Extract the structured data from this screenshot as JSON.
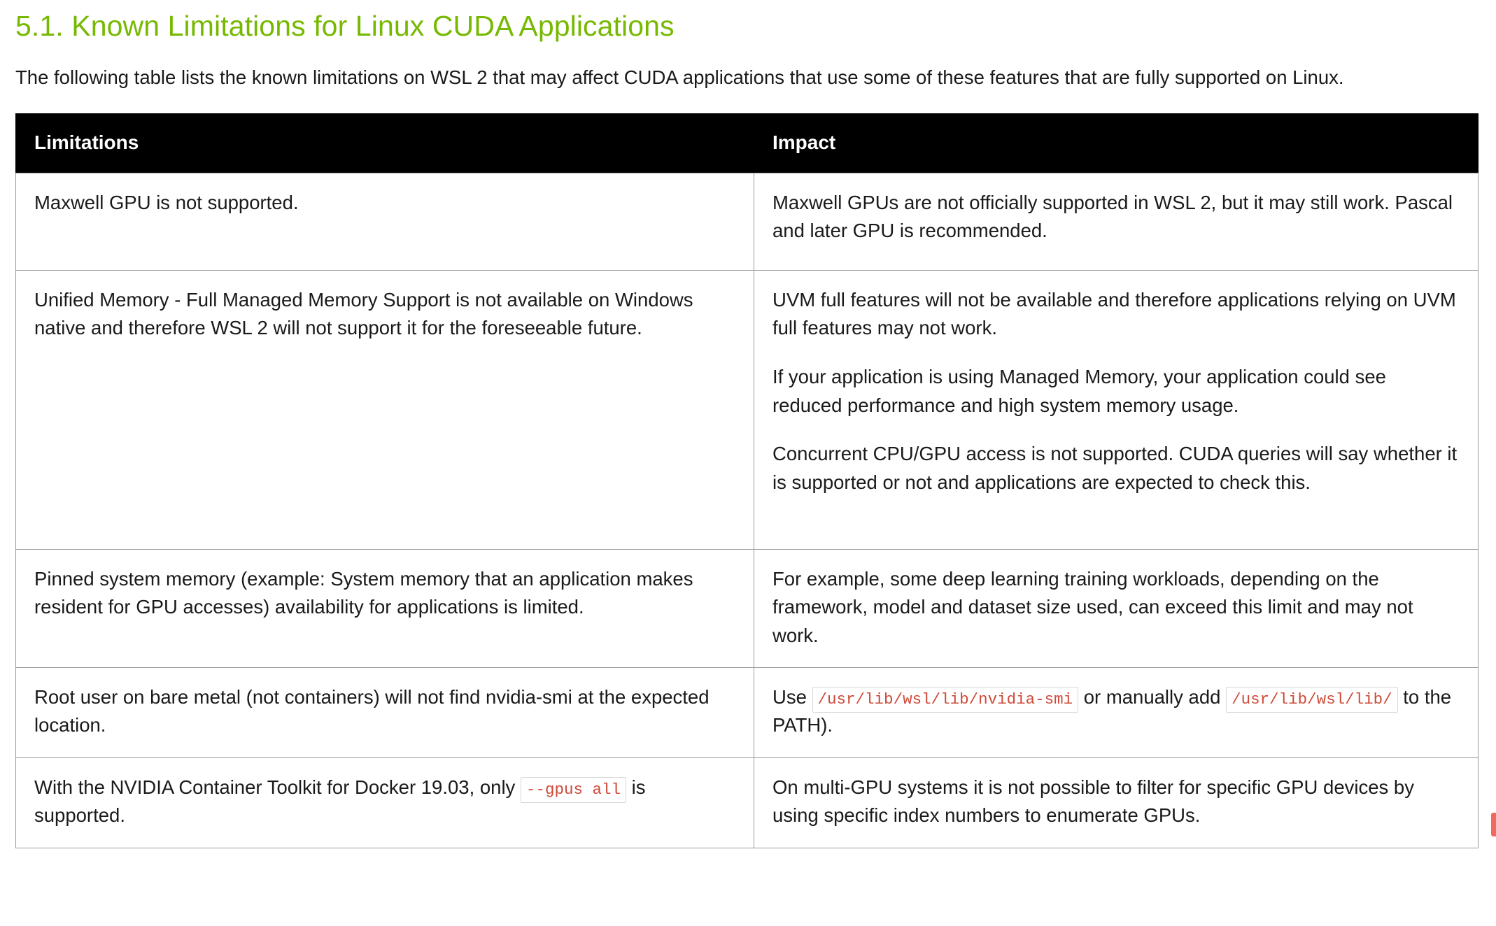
{
  "heading": "5.1. Known Limitations for Linux CUDA Applications",
  "intro": "The following table lists the known limitations on WSL 2 that may affect CUDA applications that use some of these features that are fully supported on Linux.",
  "colors": {
    "heading_green": "#76b900",
    "header_row_background": "#000000",
    "header_row_text": "#ffffff",
    "table_border": "#9b9b9b",
    "code_text": "#cd4a38",
    "code_border": "#d8d8d8",
    "edge_tab": "#ef6a5c"
  },
  "table": {
    "headers": {
      "limitations": "Limitations",
      "impact": "Impact"
    },
    "rows": [
      {
        "limitation": "Maxwell GPU is not supported.",
        "impact_paragraphs": [
          "Maxwell GPUs are not officially supported in WSL 2, but it may still work. Pascal and later GPU is recommended."
        ]
      },
      {
        "limitation": "Unified Memory - Full Managed Memory Support is not available on Windows native and therefore WSL 2 will not support it for the foreseeable future.",
        "impact_paragraphs": [
          "UVM full features will not be available and therefore applications relying on UVM full features may not work.",
          "If your application is using Managed Memory, your application could see reduced performance and high system memory usage.",
          "Concurrent CPU/GPU access is not supported. CUDA queries will say whether it is supported or not and applications are expected to check this."
        ]
      },
      {
        "limitation": "Pinned system memory (example: System memory that an application makes resident for GPU accesses) availability for applications is limited.",
        "impact_paragraphs": [
          "For example, some deep learning training workloads, depending on the framework, model and dataset size used, can exceed this limit and may not work."
        ]
      },
      {
        "limitation": "Root user on bare metal (not containers) will not find nvidia-smi at the expected location.",
        "impact_rich": {
          "prefix": "Use ",
          "code1": "/usr/lib/wsl/lib/nvidia-smi",
          "middle": " or manually add ",
          "code2": "/usr/lib/wsl/lib/",
          "suffix": " to the PATH)."
        }
      },
      {
        "limitation_rich": {
          "prefix": "With the NVIDIA Container Toolkit for Docker 19.03, only ",
          "code1": "--gpus all",
          "suffix": " is supported."
        },
        "impact_paragraphs": [
          "On multi-GPU systems it is not possible to filter for specific GPU devices by using specific index numbers to enumerate GPUs."
        ]
      }
    ]
  }
}
